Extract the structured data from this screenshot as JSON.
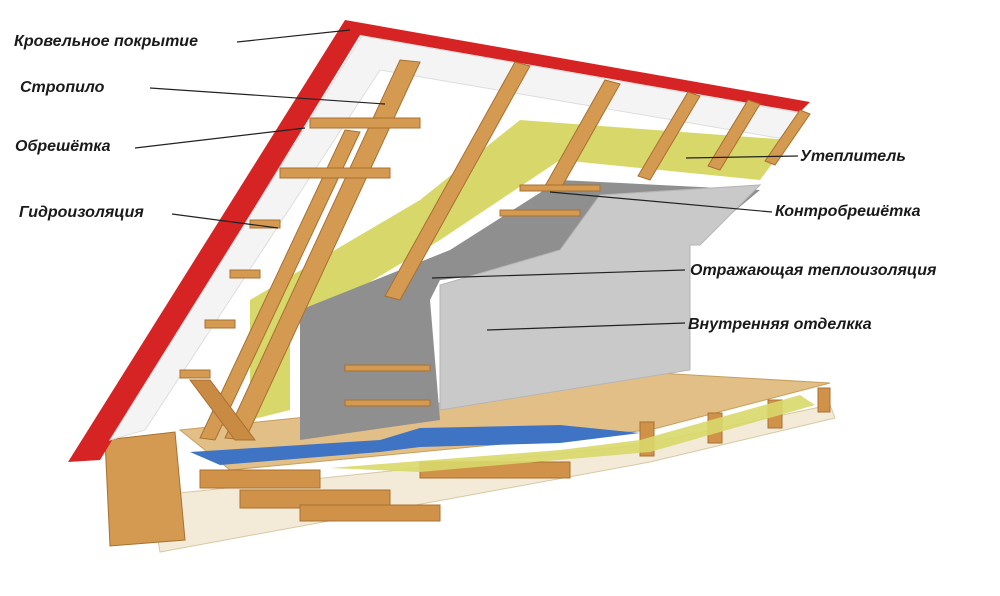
{
  "labels": {
    "roofing": "Кровельное покрытие",
    "rafter": "Стропило",
    "batten": "Обрешётка",
    "waterproofing": "Гидроизоляция",
    "insulation": "Утеплитель",
    "counter_batten": "Контробрешётка",
    "reflective": "Отражающая теплоизоляция",
    "interior": "Внутренняя отделкка"
  },
  "colors": {
    "roofing": "#d62424",
    "timber": "#d49a52",
    "timber_dark": "#b57a38",
    "insulation": "#d8d86a",
    "membrane": "#f4f4f4",
    "reflective": "#8f8f8f",
    "interior_panel": "#c9c9c9",
    "floor": "#e2bf86",
    "vapor_barrier": "#3f74c4"
  }
}
